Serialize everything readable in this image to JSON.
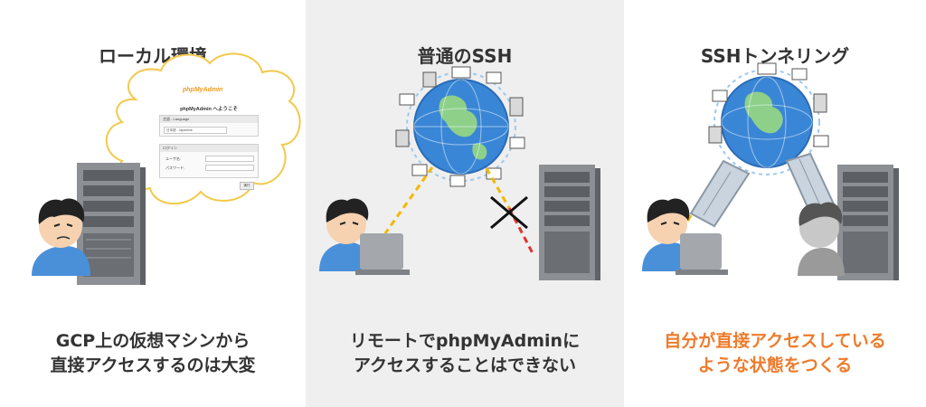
{
  "panels": [
    {
      "title": "ローカル環境",
      "caption": [
        "GCP上の仮想マシンから",
        "直接アクセスするのは大変"
      ],
      "caption_color": "#333333"
    },
    {
      "title": "普通のSSH",
      "caption": [
        "リモートでphpMyAdminに",
        "アクセスすることはできない"
      ],
      "caption_color": "#333333"
    },
    {
      "title": "SSHトンネリング",
      "caption": [
        "自分が直接アクセスしている",
        "ような状態をつくる"
      ],
      "caption_color": "#ee7b2b"
    }
  ],
  "phpmyadmin": {
    "logo": "phpMyAdmin",
    "welcome": "phpMyAdmin へようこそ",
    "language_header": "言語 - Language",
    "language_value": "日本語 - Japanese",
    "login_header": "ログイン",
    "username_label": "ユーザ名:",
    "password_label": "パスワード:",
    "go_button": "実行"
  },
  "colors": {
    "middle_panel_bg": "#efefef",
    "accent_orange": "#ee7b2b",
    "ssh_line_yellow": "#f5b800",
    "blocked_line_red": "#e0332f",
    "globe_blue": "#3a86d6"
  },
  "icons": [
    "server-icon",
    "person-icon",
    "laptop-icon",
    "globe-network-icon",
    "thought-bubble-icon",
    "cross-icon",
    "tunnel-pipe-icon"
  ]
}
